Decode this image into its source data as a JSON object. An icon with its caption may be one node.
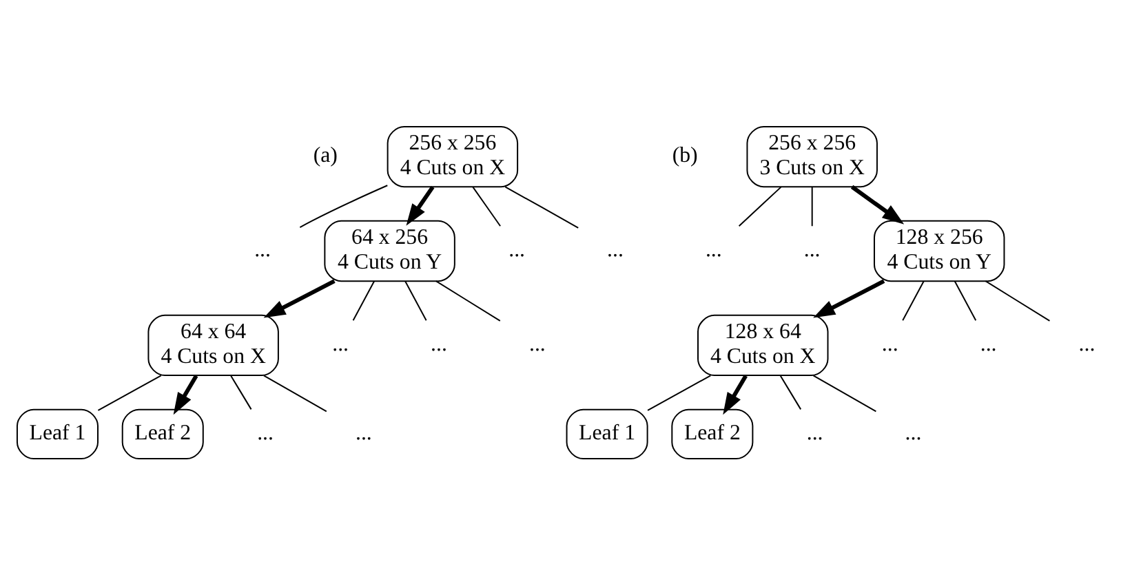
{
  "diagram": {
    "nodes": [
      {
        "text": [
          "256 x 256",
          "4 Cuts on X"
        ]
      },
      {
        "text": [
          "..."
        ]
      },
      {
        "text": [
          "64 x 256",
          "4 Cuts on Y"
        ]
      },
      {
        "text": [
          "..."
        ]
      },
      {
        "text": [
          "..."
        ]
      },
      {
        "text": [
          "64 x 64",
          "4 Cuts on X"
        ]
      },
      {
        "text": [
          "..."
        ]
      },
      {
        "text": [
          "..."
        ]
      },
      {
        "text": [
          "..."
        ]
      },
      {
        "text": [
          "Leaf 1"
        ]
      },
      {
        "text": [
          "Leaf 2"
        ]
      },
      {
        "text": [
          "..."
        ]
      },
      {
        "text": [
          "..."
        ]
      },
      {
        "text": [
          "256 x 256",
          "3 Cuts on X"
        ]
      },
      {
        "text": [
          "..."
        ]
      },
      {
        "text": [
          "..."
        ]
      },
      {
        "text": [
          "128 x 256",
          "4 Cuts on Y"
        ]
      },
      {
        "text": [
          "128 x 64",
          "4 Cuts on X"
        ]
      },
      {
        "text": [
          "..."
        ]
      },
      {
        "text": [
          "..."
        ]
      },
      {
        "text": [
          "..."
        ]
      },
      {
        "text": [
          "Leaf 1"
        ]
      },
      {
        "text": [
          "Leaf 2"
        ]
      },
      {
        "text": [
          "..."
        ]
      },
      {
        "text": [
          "..."
        ]
      }
    ],
    "edges": [
      {
        "from": 0,
        "to": 1,
        "arrow": "none"
      },
      {
        "from": 0,
        "to": 2,
        "arrow": "to",
        "style": "thick"
      },
      {
        "from": 0,
        "to": 3,
        "arrow": "none"
      },
      {
        "from": 0,
        "to": 4,
        "arrow": "none"
      },
      {
        "from": 2,
        "to": 5,
        "arrow": "to",
        "style": "thick"
      },
      {
        "from": 2,
        "to": 6,
        "arrow": "none"
      },
      {
        "from": 2,
        "to": 7,
        "arrow": "none"
      },
      {
        "from": 2,
        "to": 8,
        "arrow": "none"
      },
      {
        "from": 5,
        "to": 9,
        "arrow": "none"
      },
      {
        "from": 5,
        "to": 10,
        "arrow": "to",
        "style": "thick"
      },
      {
        "from": 5,
        "to": 11,
        "arrow": "none"
      },
      {
        "from": 5,
        "to": 12,
        "arrow": "none"
      },
      {
        "from": 13,
        "to": 14,
        "arrow": "none"
      },
      {
        "from": 13,
        "to": 15,
        "arrow": "none"
      },
      {
        "from": 13,
        "to": 16,
        "arrow": "to",
        "style": "thick"
      },
      {
        "from": 16,
        "to": 17,
        "arrow": "to",
        "style": "thick"
      },
      {
        "from": 16,
        "to": 18,
        "arrow": "none"
      },
      {
        "from": 16,
        "to": 19,
        "arrow": "none"
      },
      {
        "from": 16,
        "to": 20,
        "arrow": "none"
      },
      {
        "from": 17,
        "to": 21,
        "arrow": "none"
      },
      {
        "from": 17,
        "to": 22,
        "arrow": "to",
        "style": "thick"
      },
      {
        "from": 17,
        "to": 23,
        "arrow": "none"
      },
      {
        "from": 17,
        "to": 24,
        "arrow": "none"
      }
    ],
    "labels": [
      "(a)",
      "(b)"
    ]
  }
}
